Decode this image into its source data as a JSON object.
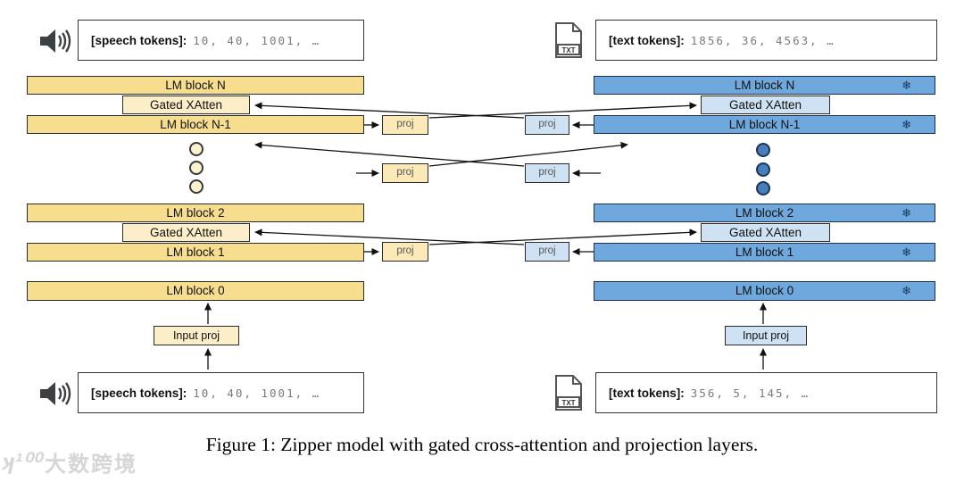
{
  "figure": {
    "caption": "Figure 1: Zipper model with gated cross-attention and projection layers."
  },
  "speech_tower": {
    "top_tokens": {
      "label": "[speech tokens]:",
      "values": "10, 40, 1001, …"
    },
    "bottom_tokens": {
      "label": "[speech tokens]:",
      "values": "10, 40, 1001, …"
    },
    "lm_block_n": "LM block N",
    "gated_xatten_upper": "Gated XAtten",
    "lm_block_n1": "LM block N-1",
    "lm_block_2": "LM block 2",
    "gated_xatten_lower": "Gated XAtten",
    "lm_block_1": "LM block 1",
    "lm_block_0": "LM block 0",
    "input_proj": "Input proj"
  },
  "text_tower": {
    "top_tokens": {
      "label": "[text tokens]:",
      "values": "1856, 36, 4563, …"
    },
    "bottom_tokens": {
      "label": "[text tokens]:",
      "values": "356, 5, 145, …"
    },
    "lm_block_n": "LM block N",
    "gated_xatten_upper": "Gated XAtten",
    "lm_block_n1": "LM block N-1",
    "lm_block_2": "LM block 2",
    "gated_xatten_lower": "Gated XAtten",
    "lm_block_1": "LM block 1",
    "lm_block_0": "LM block 0",
    "input_proj": "Input proj"
  },
  "proj_label": "proj",
  "frozen_glyph": "❄",
  "txt_icon_label": "TXT",
  "watermark": {
    "logo": "ʞ¹⁰⁰",
    "text": "大数跨境"
  },
  "colors": {
    "speech_block": "#F7DE8E",
    "speech_light": "#FBEEC8",
    "speech_proj": "#FCE9B8",
    "text_block": "#6FA8DC",
    "text_light": "#CFE2F3",
    "frozen": "#17365D"
  }
}
